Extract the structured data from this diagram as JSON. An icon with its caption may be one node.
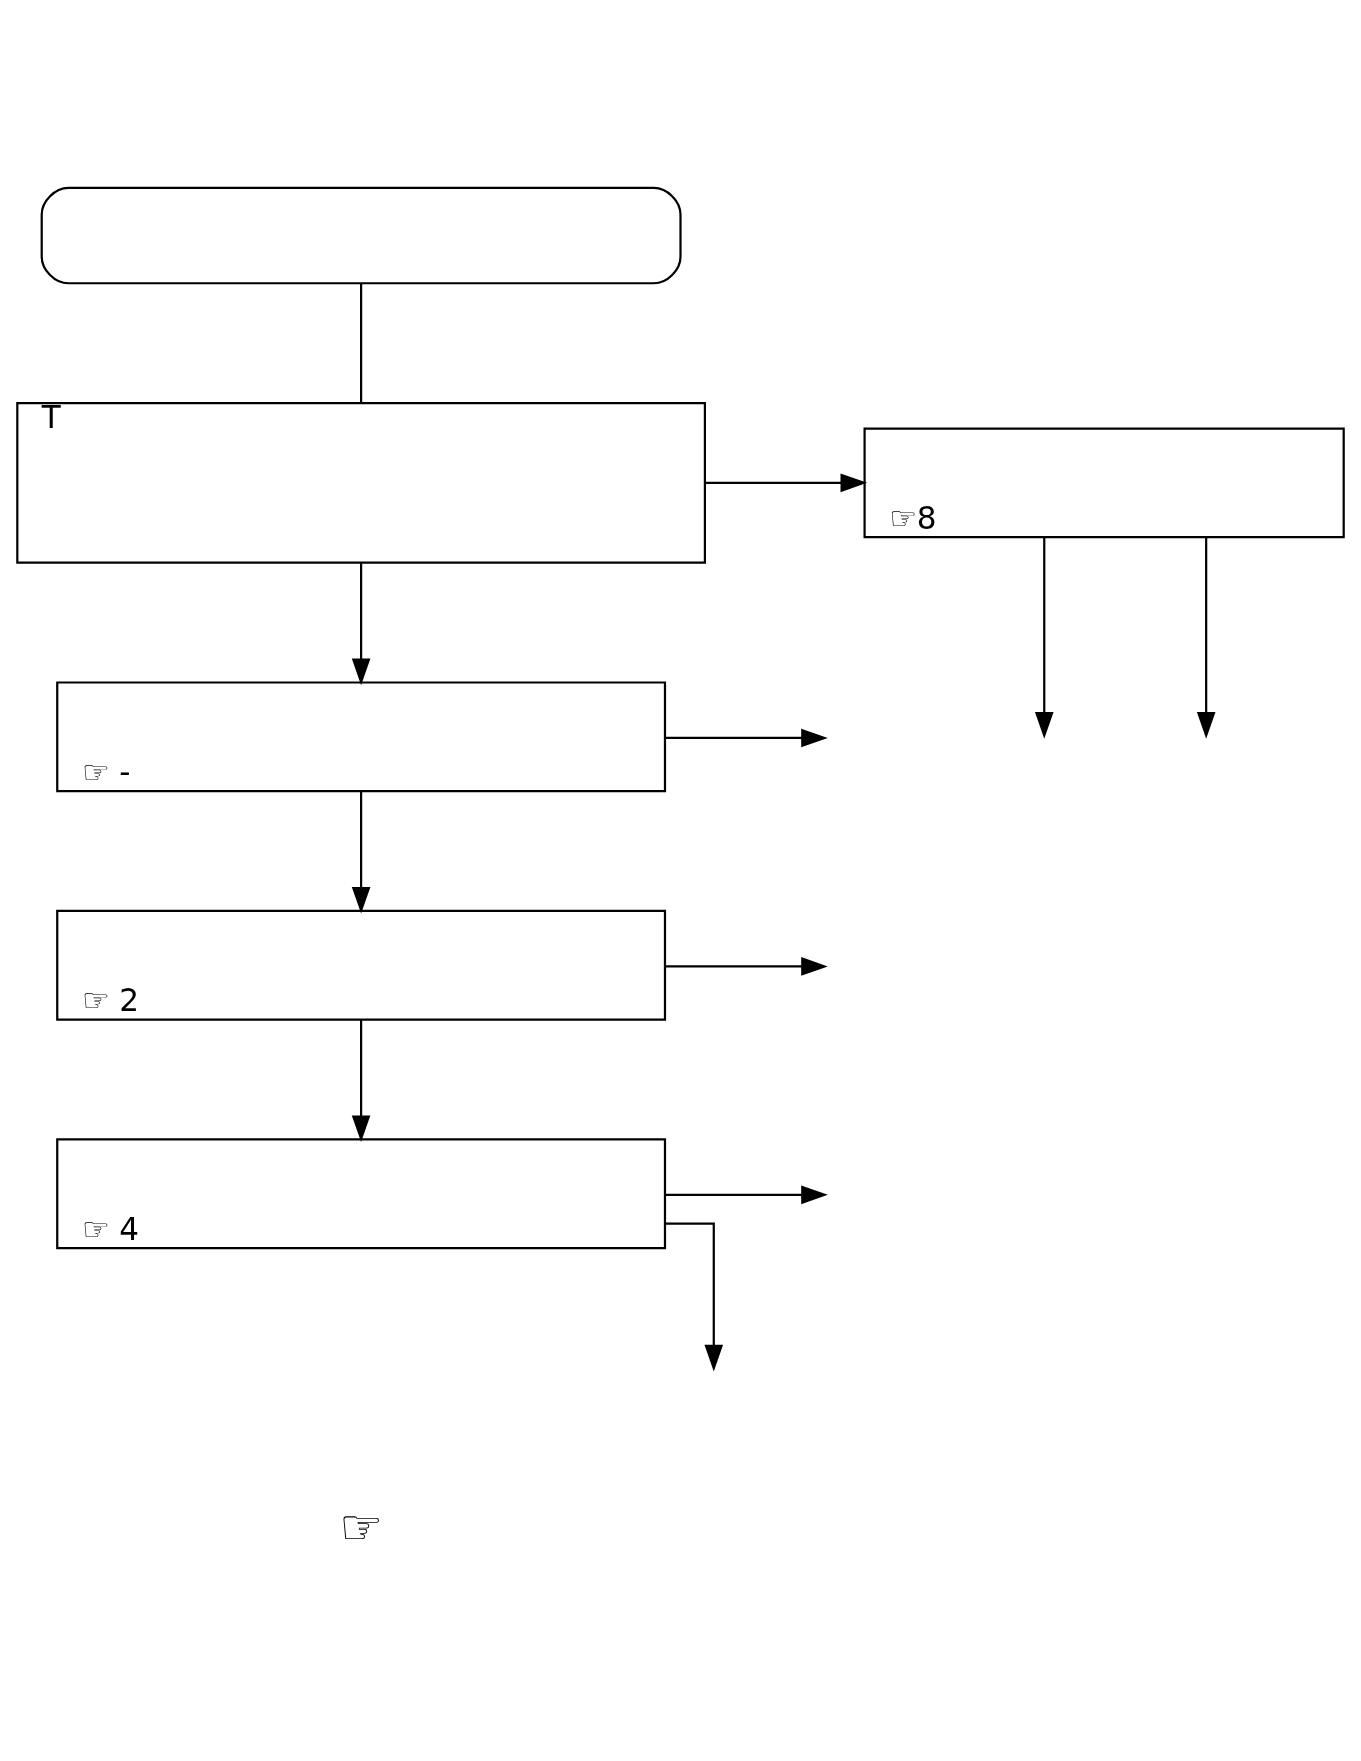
{
  "diagram": {
    "nodes": [
      {
        "text": [],
        "shape": "box"
      },
      {
        "text": [
          "T"
        ]
      },
      {
        "text": [
          "☞8"
        ]
      },
      {
        "text": [
          "☞ -"
        ]
      },
      {
        "text": [
          "☞ 2"
        ]
      },
      {
        "text": [
          "☞ 4"
        ]
      }
    ],
    "edges": [
      {
        "from": 0,
        "to": 1,
        "arrow": "none"
      },
      {
        "from": 1,
        "to": 2,
        "arrow": "to"
      },
      {
        "from": 1,
        "to": 3,
        "arrow": "to"
      },
      {
        "from": 2,
        "to": null,
        "arrow": "to"
      },
      {
        "from": 2,
        "to": null,
        "arrow": "to"
      },
      {
        "from": 3,
        "to": 4,
        "arrow": "to"
      },
      {
        "from": 3,
        "to": null,
        "arrow": "to"
      },
      {
        "from": 4,
        "to": 5,
        "arrow": "to"
      },
      {
        "from": 4,
        "to": null,
        "arrow": "to"
      },
      {
        "from": 5,
        "to": null,
        "arrow": "to"
      },
      {
        "from": 5,
        "to": null,
        "arrow": "to"
      }
    ],
    "labels": [
      "☞"
    ]
  }
}
